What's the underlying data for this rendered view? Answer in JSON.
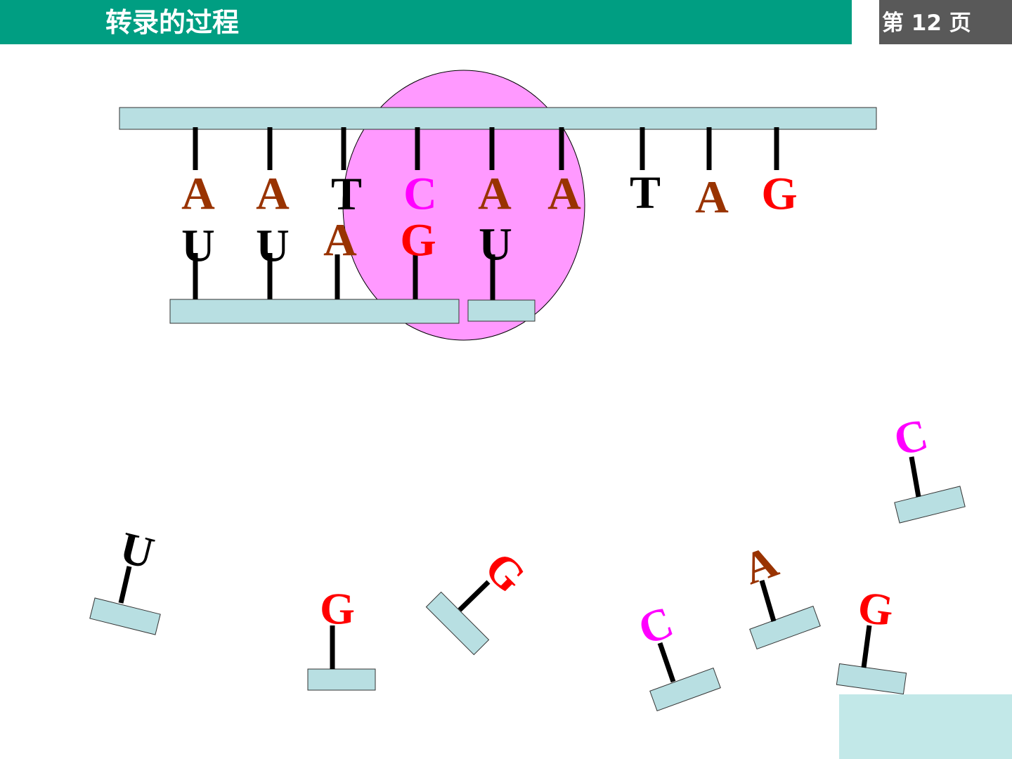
{
  "header": {
    "title": "转录的过程",
    "page_label": "第 12 页"
  },
  "colors": {
    "header_green": "#009e82",
    "page_box_gray": "#595959",
    "strand_fill": "#b8dfe2",
    "polymerase_pink": "#ff99ff",
    "base_A": "#993300",
    "base_T": "#000000",
    "base_U": "#000000",
    "base_C": "#ff00ff",
    "base_G": "#ff0000"
  },
  "diagram": {
    "dna_bases": [
      "A",
      "A",
      "T",
      "C",
      "A",
      "A",
      "T",
      "A",
      "G"
    ],
    "rna_bases": [
      "U",
      "U",
      "A",
      "G",
      "U"
    ],
    "free_nucleotides": [
      "U",
      "G",
      "G",
      "C",
      "A",
      "G",
      "C"
    ]
  }
}
